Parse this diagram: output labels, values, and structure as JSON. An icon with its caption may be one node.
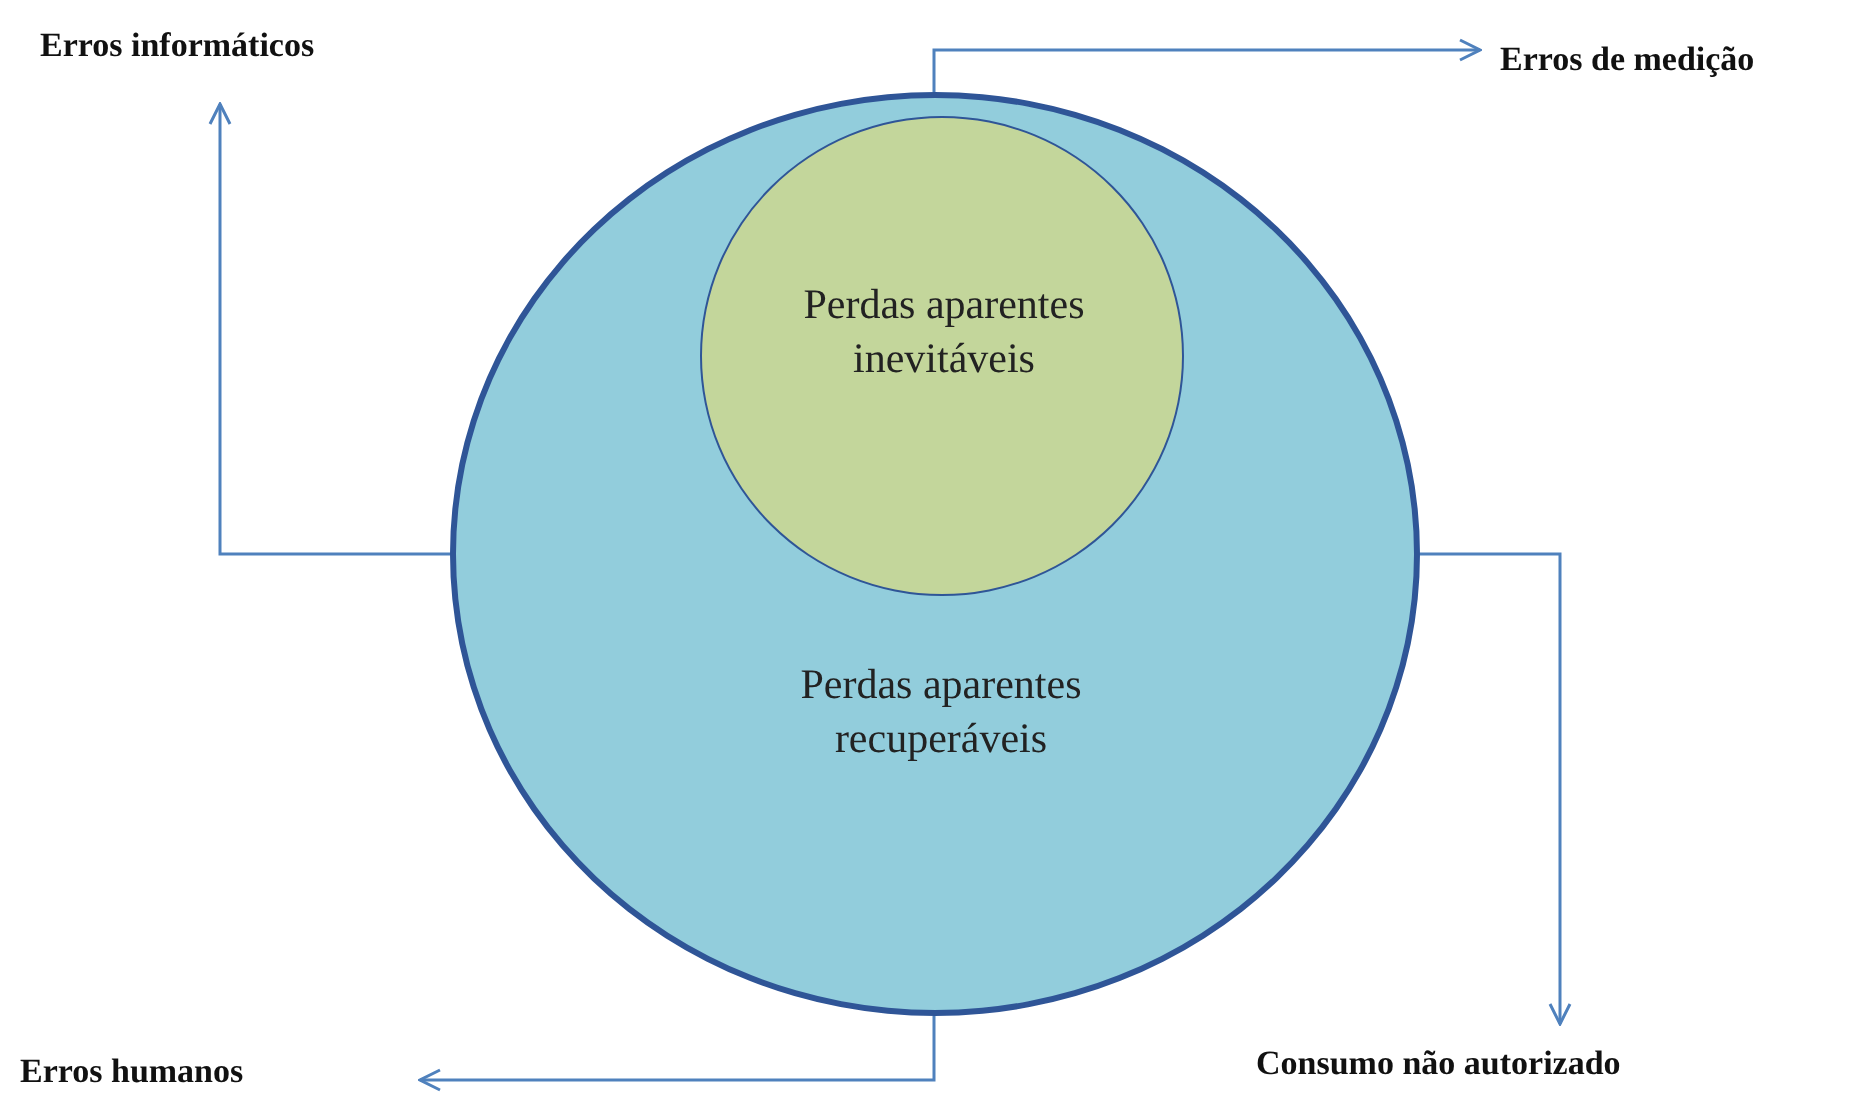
{
  "diagram": {
    "nodes": [
      {
        "text": [
          "Erros informáticos"
        ]
      },
      {
        "text": [
          "Erros de medição"
        ]
      },
      {
        "text": [
          "Perdas aparentes recuperáveis"
        ]
      },
      {
        "text": [
          "Perdas aparentes inevitáveis"
        ],
        "in": 2
      },
      {
        "text": [
          "Erros humanos"
        ]
      },
      {
        "text": [
          "Consumo não autorizado"
        ]
      }
    ],
    "edges": [
      {
        "from": 2,
        "to": 0,
        "arrow": "to"
      },
      {
        "from": 2,
        "to": 1,
        "arrow": "to"
      },
      {
        "from": 2,
        "to": 5,
        "arrow": "to"
      },
      {
        "from": 2,
        "to": 4,
        "arrow": "to"
      }
    ]
  }
}
